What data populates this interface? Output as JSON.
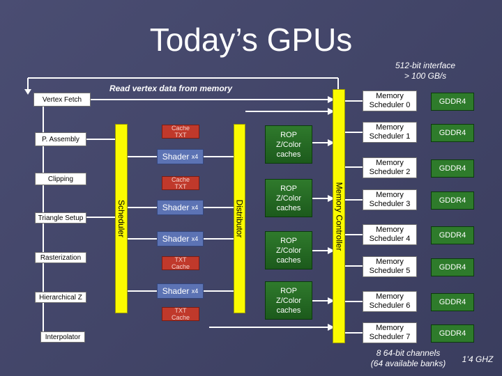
{
  "title": "Today’s GPUs",
  "interface_note": [
    "512-bit interface",
    "> 100 GB/s"
  ],
  "read_note": "Read vertex data from memory",
  "pipeline": {
    "vertex_fetch": "Vertex Fetch",
    "p_assembly": "P. Assembly",
    "clipping": "Clipping",
    "triangle_setup": "Triangle Setup",
    "rasterization": "Rasterization",
    "hierarchical_z": "Hierarchical Z",
    "interpolator": "Interpolator"
  },
  "scheduler": "Scheduler",
  "distributor": "Distributor",
  "memory_controller": "Memory Controller",
  "shader_label": "Shader",
  "shader_mult": "x4",
  "caches": {
    "c1": [
      "Cache",
      "TXT"
    ],
    "c2": [
      "Cache",
      "TXT"
    ],
    "c3": [
      "TXT",
      "Cache"
    ],
    "c4": [
      "TXT",
      "Cache"
    ]
  },
  "rop_lines": [
    "ROP",
    "Z/Color",
    "caches"
  ],
  "memory_schedulers": [
    {
      "name": "Memory",
      "num": "Scheduler 0",
      "gddr": "GDDR4"
    },
    {
      "name": "Memory",
      "num": "Scheduler 1",
      "gddr": "GDDR4"
    },
    {
      "name": "Memory",
      "num": "Scheduler 2",
      "gddr": "GDDR4"
    },
    {
      "name": "Memory",
      "num": "Scheduler 3",
      "gddr": "GDDR4"
    },
    {
      "name": "Memory",
      "num": "Scheduler 4",
      "gddr": "GDDR4"
    },
    {
      "name": "Memory",
      "num": "Scheduler 5",
      "gddr": "GDDR4"
    },
    {
      "name": "Memory",
      "num": "Scheduler 6",
      "gddr": "GDDR4"
    },
    {
      "name": "Memory",
      "num": "Scheduler 7",
      "gddr": "GDDR4"
    }
  ],
  "channels_note": [
    "8 64-bit channels",
    "(64 available banks)"
  ],
  "clock_note": "1’4 GHZ",
  "colors": {
    "background": "#3f4266",
    "bus": "#fbfb00",
    "ghz_green": "#2e7b2b",
    "shader": "#5c73b4",
    "cache": "#c0392b"
  }
}
